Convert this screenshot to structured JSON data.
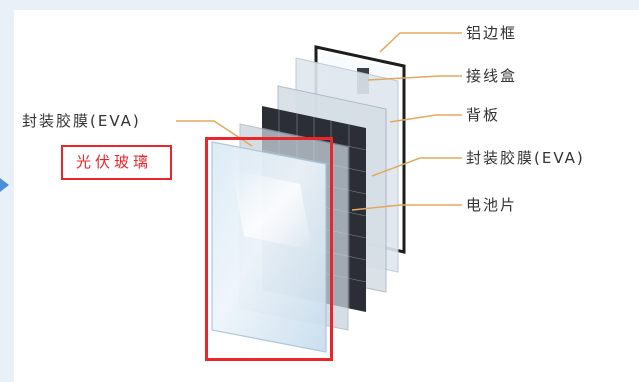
{
  "diagram": {
    "callouts_right": [
      {
        "label": "铝边框"
      },
      {
        "label": "接线盒"
      },
      {
        "label": "背板"
      },
      {
        "label": "封装胶膜(EVA)"
      },
      {
        "label": "电池片"
      }
    ],
    "callouts_left": [
      {
        "label": "封装胶膜(EVA)"
      },
      {
        "label": "光伏玻璃"
      }
    ]
  },
  "colors": {
    "highlight": "#e8262b",
    "leader": "#e3a85c",
    "glass": "#cfe3f3",
    "cell_frame": "#262a30",
    "page_bg": "#eaf0f8"
  }
}
